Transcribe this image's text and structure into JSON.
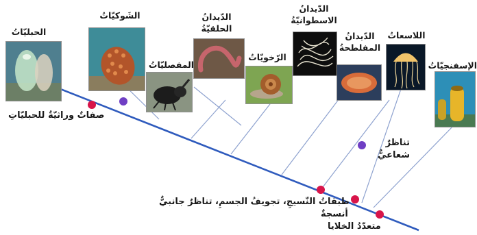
{
  "taxa": [
    {
      "id": "tunicates",
      "label": "الحبليّاتُ"
    },
    {
      "id": "echinoderms",
      "label": "الشَوكيّاتُ"
    },
    {
      "id": "arthropods",
      "label": "المفصليّاتُ"
    },
    {
      "id": "annelids",
      "label": "الدّيدانُ الحلقيّةُ"
    },
    {
      "id": "mollusks",
      "label": "الرّخويّاتُ"
    },
    {
      "id": "nematodes",
      "label": "الدّيدانُ الاسطوانيّةُ"
    },
    {
      "id": "flatworms",
      "label": "الدّيدانُ المفلطحةُ"
    },
    {
      "id": "cnidarians",
      "label": "اللاسعاتُ"
    },
    {
      "id": "sponges",
      "label": "الإسفنجيّاتُ"
    }
  ],
  "characters": {
    "chordate": "صفاتٌ وراثيّةٌ للحبليّاتِ",
    "radial": "تناظرٌ شعاعيٌّ",
    "bilateral": "طبقاتُ النّسيجِ، تجويفُ الجسمِ، تناظرٌ جانبيٌّ",
    "tissues": "أنسجةٌ",
    "multicell": "متعدّدُ الخلايا"
  },
  "colors": {
    "trunk": "#2f5bbd",
    "branch": "#8ea2cf",
    "marker_red": "#d8154a",
    "marker_purple": "#6f3fc4"
  }
}
